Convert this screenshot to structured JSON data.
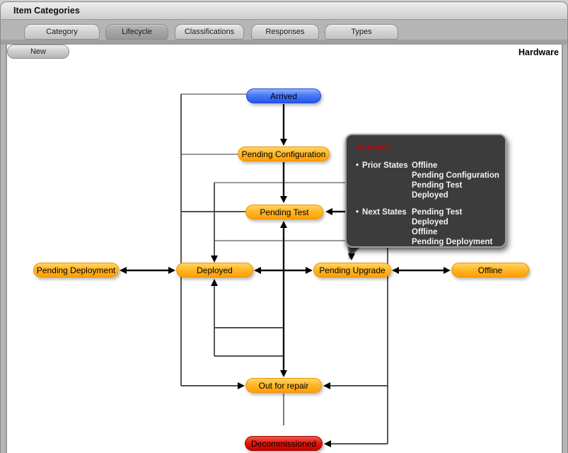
{
  "window": {
    "title": "Item Categories"
  },
  "tabs": [
    {
      "label": "Category",
      "active": false
    },
    {
      "label": "Lifecycle",
      "active": true
    },
    {
      "label": "Classifications",
      "active": false
    },
    {
      "label": "Responses",
      "active": false
    },
    {
      "label": "Types",
      "active": false
    }
  ],
  "toolbar": {
    "new_label": "New",
    "category_name": "Hardware"
  },
  "diagram": {
    "nodes": [
      {
        "id": "arrived",
        "label": "Arrived",
        "color": "#2f62f3"
      },
      {
        "id": "pending-configuration",
        "label": "Pending Configuration",
        "color": "#ffb020"
      },
      {
        "id": "pending-test",
        "label": "Pending Test",
        "color": "#ffb020"
      },
      {
        "id": "pending-deployment",
        "label": "Pending Deployment",
        "color": "#ffb020"
      },
      {
        "id": "deployed",
        "label": "Deployed",
        "color": "#ffb020"
      },
      {
        "id": "pending-upgrade",
        "label": "Pending Upgrade",
        "color": "#ffb020"
      },
      {
        "id": "offline",
        "label": "Offline",
        "color": "#ffb020"
      },
      {
        "id": "out-for-repair",
        "label": "Out for repair",
        "color": "#ffb020"
      },
      {
        "id": "decommissioned",
        "label": "Decommissioned",
        "color": "#d40400"
      }
    ],
    "tooltip": {
      "title": "Inactive",
      "title_color": "#c40005",
      "bullet_char": "•",
      "sections": [
        {
          "label": "Prior States",
          "values": [
            "Offline",
            "Pending Configuration",
            "Pending Test",
            "Deployed"
          ]
        },
        {
          "label": "Next States",
          "values": [
            "Pending Test",
            "Deployed",
            "Offline",
            "Pending Deployment"
          ]
        }
      ]
    }
  }
}
